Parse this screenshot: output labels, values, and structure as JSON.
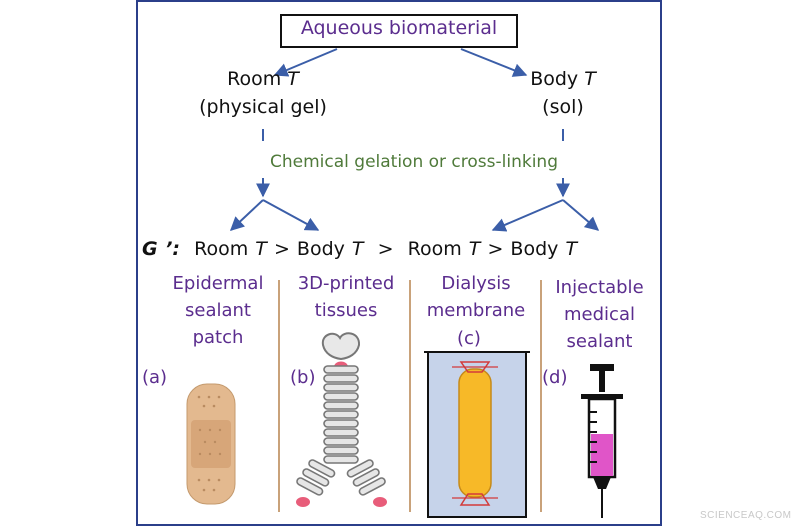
{
  "title": "Aqueous biomaterial",
  "left_branch": {
    "line1": "Room",
    "var": "T",
    "line2": "(physical gel)"
  },
  "right_branch": {
    "line1": "Body",
    "var": "T",
    "line2": "(sol)"
  },
  "middle_label": "Chemical gelation or cross-linking",
  "comparison": {
    "modulus": "G ’:",
    "room_1": "Room",
    "t1": "T",
    "gt1": ">",
    "body_1": "Body",
    "t2": "T",
    "gt2": ">",
    "room_2": "Room",
    "t3": "T",
    "gt3": ">",
    "body_2": "Body",
    "t4": "T"
  },
  "applications": [
    {
      "lines": [
        "Epidermal",
        "sealant",
        "patch"
      ],
      "tag": "(a)"
    },
    {
      "lines": [
        "3D-printed",
        "tissues"
      ],
      "tag": "(b)"
    },
    {
      "lines": [
        "Dialysis",
        "membrane"
      ],
      "tag": "(c)"
    },
    {
      "lines": [
        "Injectable",
        "medical",
        "sealant"
      ],
      "tag": "(d)"
    }
  ],
  "watermark": "SCIENCEAQ.COM",
  "colors": {
    "frame": "#2b3f8a",
    "arrow": "#3b5ea8",
    "purple": "#5b2d8e",
    "green": "#4f7a3a",
    "divider": "#c9a27a"
  }
}
